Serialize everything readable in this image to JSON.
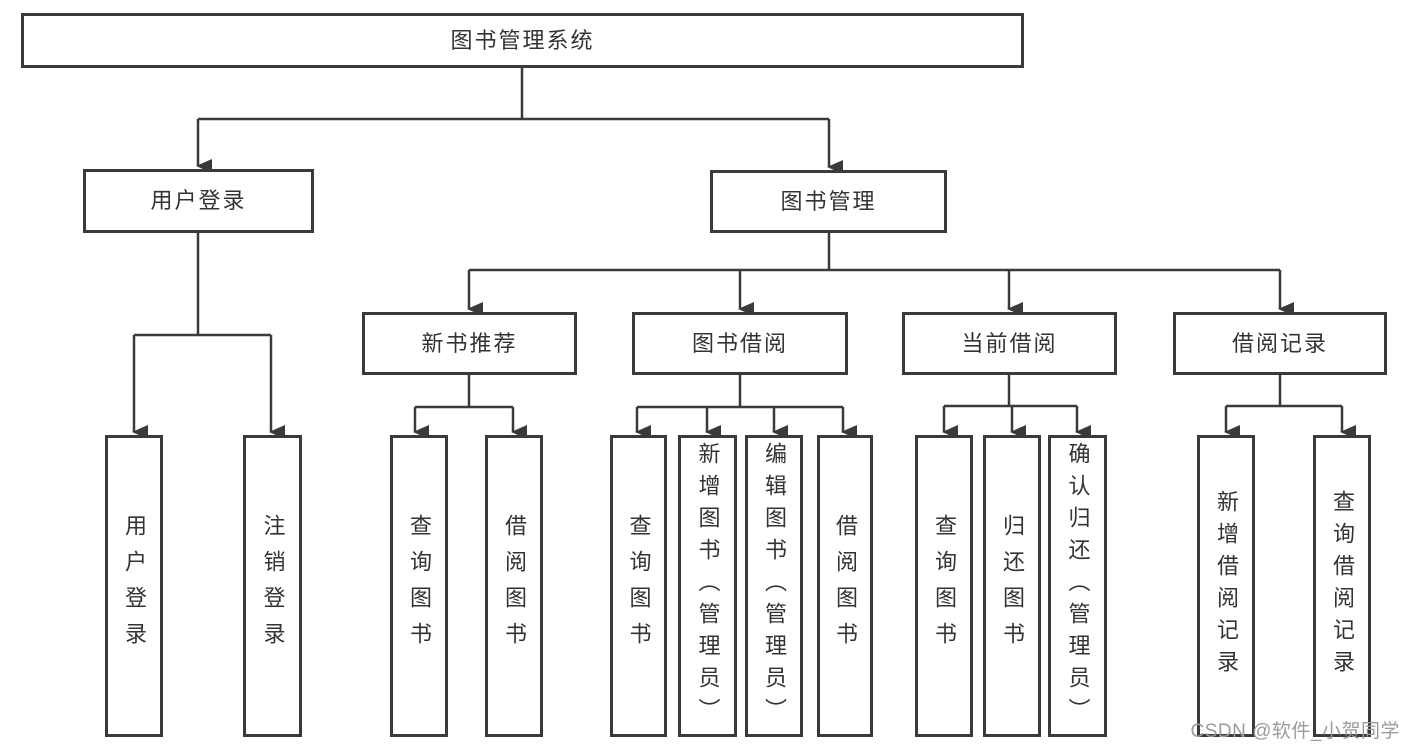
{
  "diagram": {
    "title": "图书管理系统",
    "branches": [
      {
        "label": "用户登录",
        "children": [
          {
            "label": "用户登录"
          },
          {
            "label": "注销登录"
          }
        ]
      },
      {
        "label": "图书管理",
        "children": [
          {
            "label": "新书推荐",
            "children": [
              {
                "label": "查询图书"
              },
              {
                "label": "借阅图书"
              }
            ]
          },
          {
            "label": "图书借阅",
            "children": [
              {
                "label": "查询图书"
              },
              {
                "label": "新增图书（管理员）"
              },
              {
                "label": "编辑图书（管理员）"
              },
              {
                "label": "借阅图书"
              }
            ]
          },
          {
            "label": "当前借阅",
            "children": [
              {
                "label": "查询图书"
              },
              {
                "label": "归还图书"
              },
              {
                "label": "确认归还（管理员）"
              }
            ]
          },
          {
            "label": "借阅记录",
            "children": [
              {
                "label": "新增借阅记录"
              },
              {
                "label": "查询借阅记录"
              }
            ]
          }
        ]
      }
    ]
  },
  "watermark": {
    "text": "CSDN @软件_小贺同学"
  },
  "colors": {
    "line": "#3a3a3a",
    "text": "#333333",
    "watermark": "#9b9b9b",
    "background": "#ffffff"
  }
}
